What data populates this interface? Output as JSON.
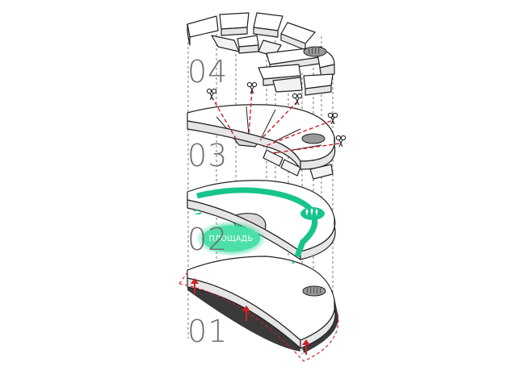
{
  "layers": [
    {
      "number": "04"
    },
    {
      "number": "03"
    },
    {
      "number": "02",
      "label": "ПЛОЩАДЬ"
    },
    {
      "number": "01"
    }
  ],
  "colors": {
    "accent_green": "#17c48c",
    "glow_green": "#5fe3b2",
    "red_marks": "#d21f26",
    "slab_top": "#ffffff",
    "slab_side": "#e6e6e6",
    "dark_base": "#3a3a3a"
  },
  "icons": [
    "scissors-icon",
    "up-arrow-icon",
    "tree-icon"
  ]
}
